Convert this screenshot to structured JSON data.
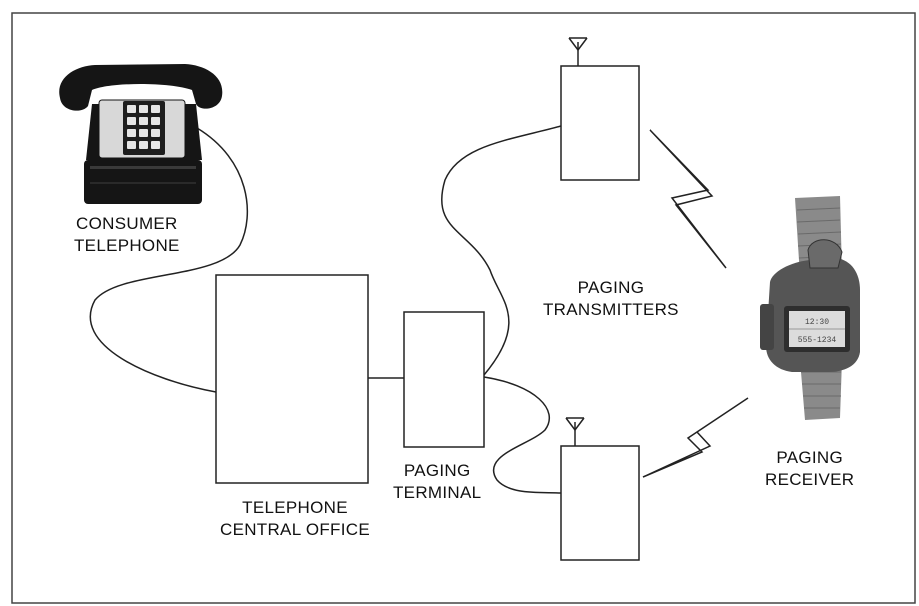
{
  "labels": {
    "consumer_telephone": [
      "CONSUMER",
      "TELEPHONE"
    ],
    "central_office": [
      "TELEPHONE",
      "CENTRAL OFFICE"
    ],
    "paging_terminal": [
      "PAGING",
      "TERMINAL"
    ],
    "paging_transmitters": [
      "PAGING",
      "TRANSMITTERS"
    ],
    "paging_receiver": [
      "PAGING",
      "RECEIVER"
    ]
  },
  "watch_display": [
    "12:30",
    "555-1234"
  ],
  "colors": {
    "line": "#222222",
    "phone_body": "#151515",
    "watch_case": "#555555",
    "watch_band": "#8a8a8a"
  }
}
